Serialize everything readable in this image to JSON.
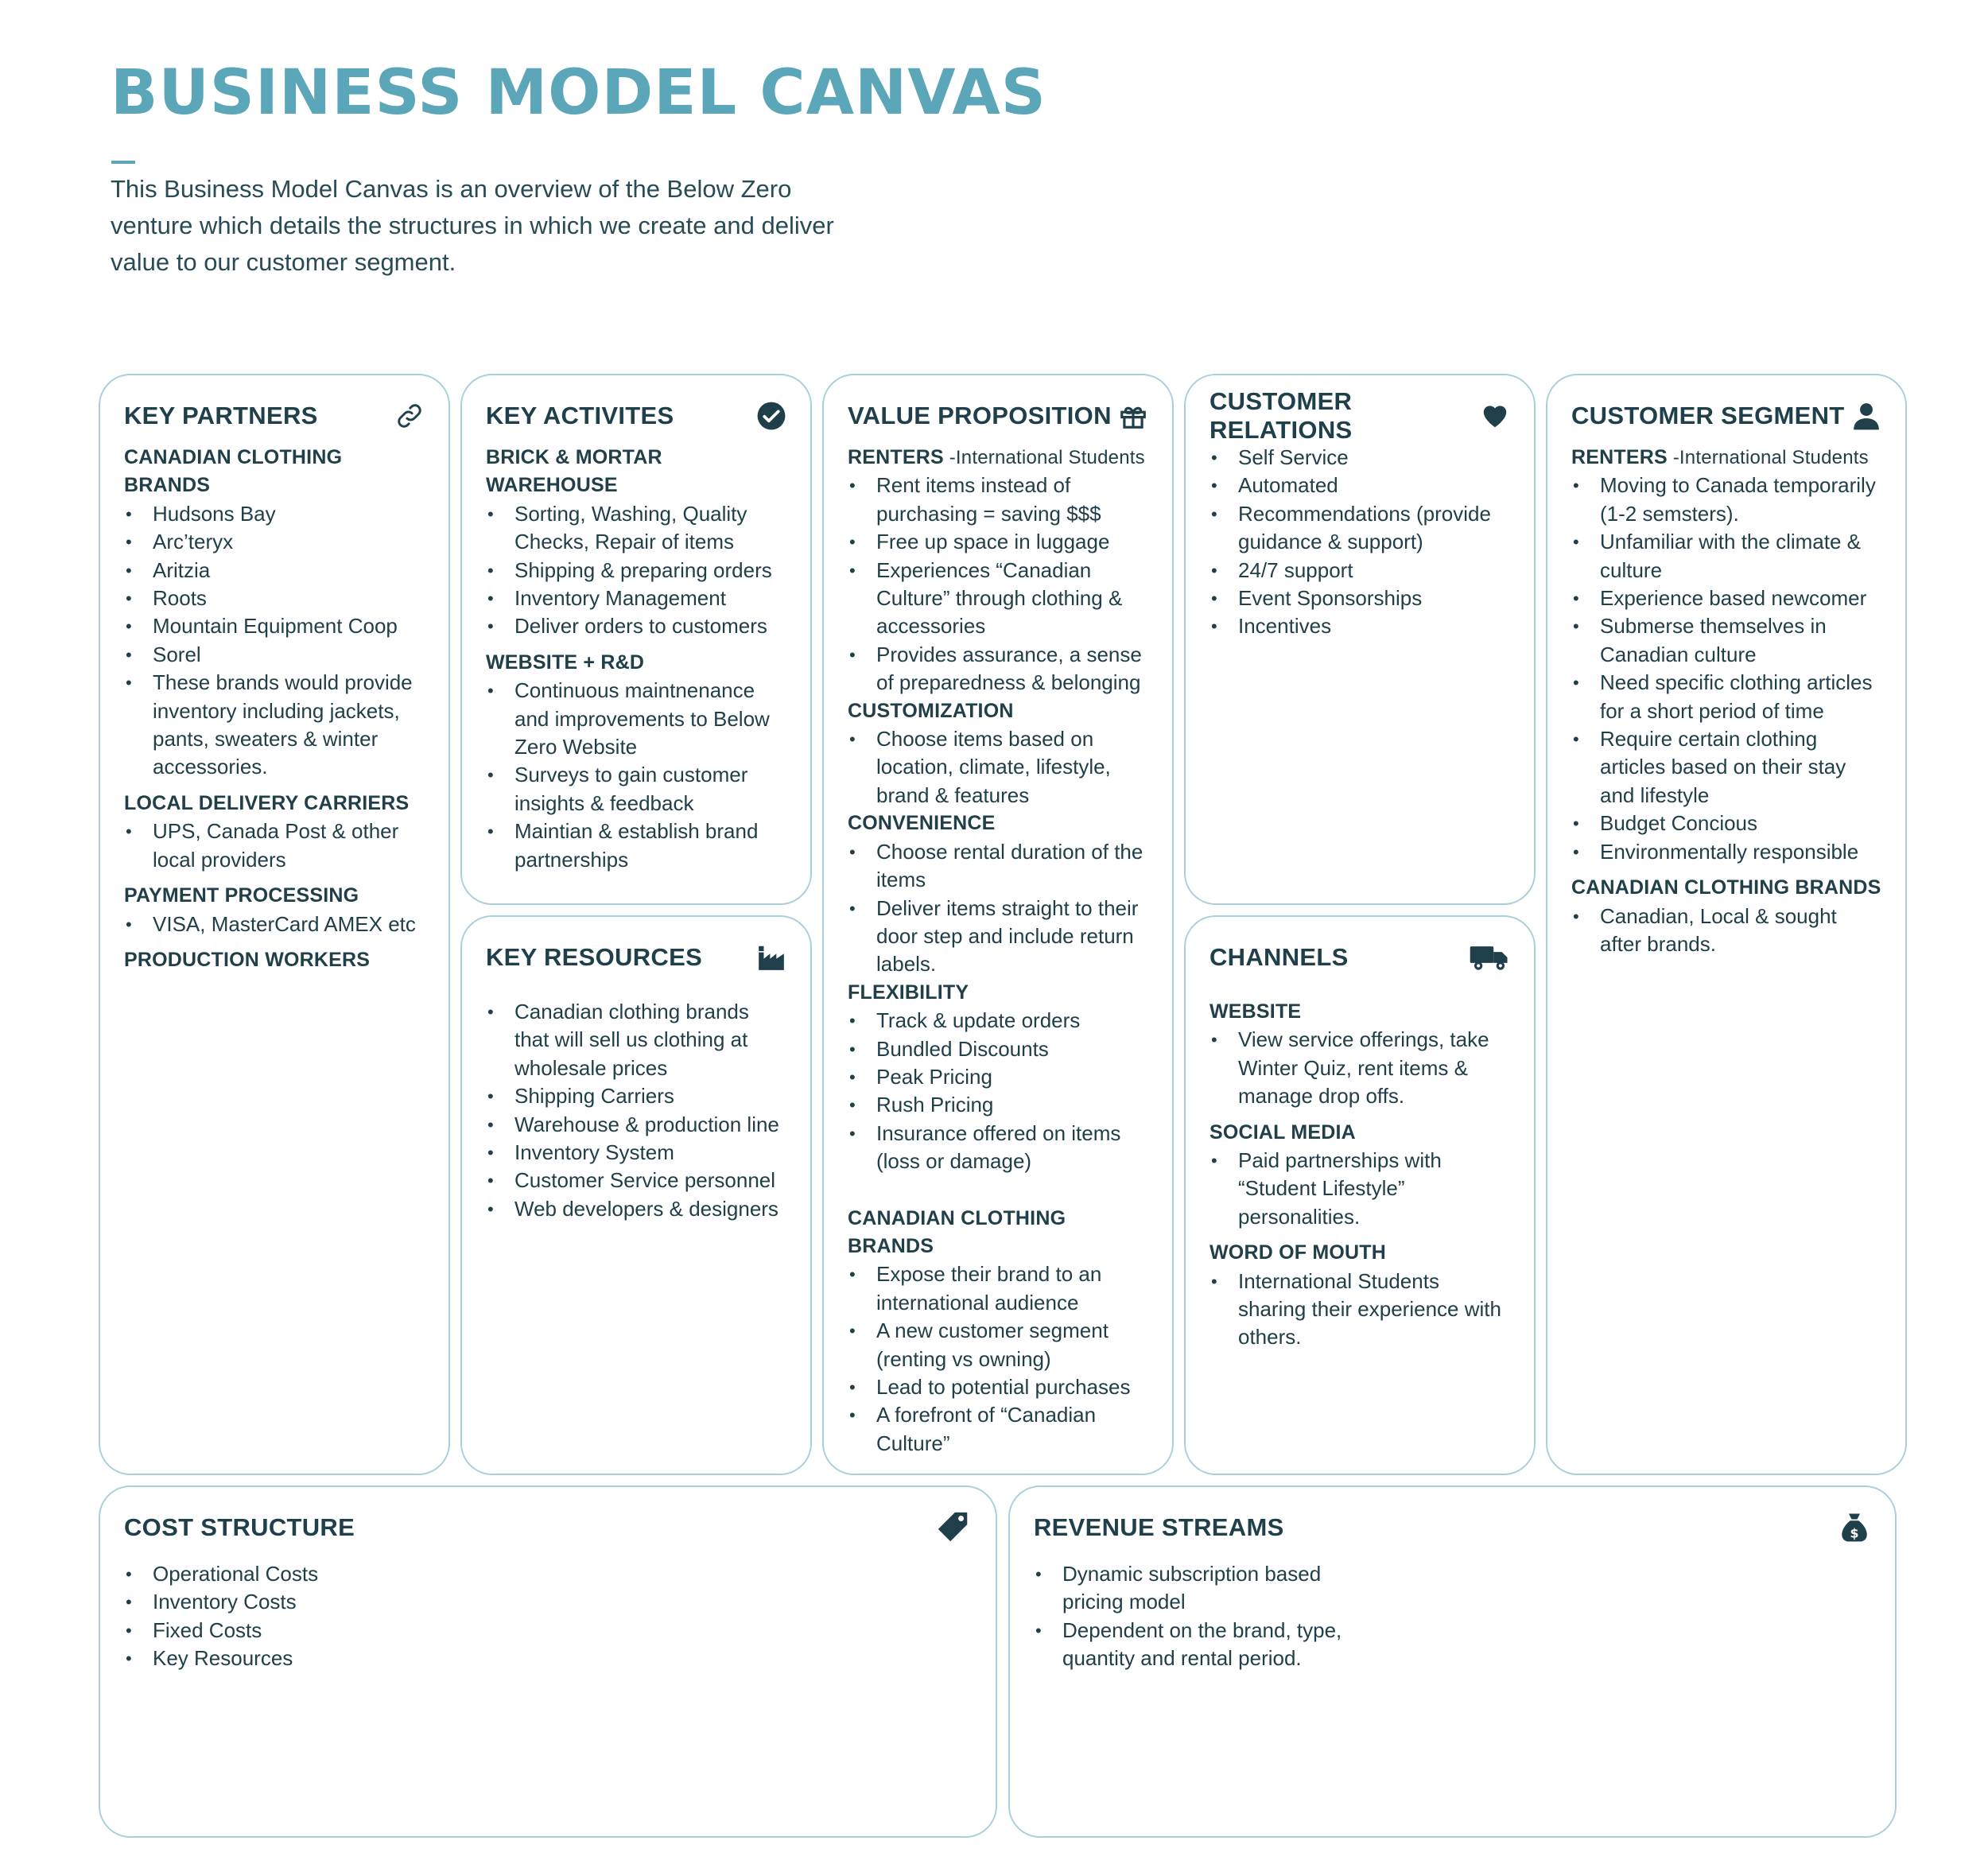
{
  "page": {
    "title": "BUSINESS MODEL CANVAS",
    "intro": "This Business Model Canvas is an overview of the Below Zero venture which details the structures in which we create and deliver value to our customer segment."
  },
  "colors": {
    "accent": "#5ba6b8",
    "border": "#a9d0da",
    "text": "#1f3f4a"
  },
  "key_partners": {
    "title": "KEY PARTNERS",
    "icon": "link-icon",
    "sections": [
      {
        "heading": "CANADIAN CLOTHING BRANDS",
        "items": [
          "Hudsons Bay",
          "Arc’teryx",
          "Aritzia",
          "Roots",
          "Mountain Equipment Coop",
          "Sorel",
          "These brands would provide inventory including jackets, pants, sweaters & winter accessories."
        ]
      },
      {
        "heading": "LOCAL DELIVERY CARRIERS",
        "items": [
          "UPS, Canada Post & other local providers"
        ]
      },
      {
        "heading": "PAYMENT PROCESSING",
        "items": [
          "VISA, MasterCard AMEX etc"
        ]
      },
      {
        "heading": "PRODUCTION WORKERS",
        "items": []
      }
    ]
  },
  "key_activities": {
    "title": "KEY ACTIVITES",
    "icon": "check-circle-icon",
    "sections": [
      {
        "heading": "BRICK & MORTAR WAREHOUSE",
        "items": [
          "Sorting, Washing, Quality Checks, Repair of items",
          "Shipping & preparing orders",
          "Inventory Management",
          "Deliver orders to customers"
        ]
      },
      {
        "heading": "WEBSITE + R&D",
        "items": [
          "Continuous maintnenance and improvements to Below Zero Website",
          "Surveys to gain customer insights & feedback",
          "Maintian & establish brand partnerships"
        ]
      }
    ]
  },
  "key_resources": {
    "title": "KEY RESOURCES",
    "icon": "factory-icon",
    "items": [
      "Canadian clothing brands that will sell us clothing at wholesale prices",
      "Shipping Carriers",
      "Warehouse & production line",
      "Inventory System",
      "Customer Service personnel",
      "Web developers & designers"
    ]
  },
  "value_proposition": {
    "title": "VALUE PROPOSITION",
    "icon": "gift-icon",
    "sections": [
      {
        "heading": "RENTERS",
        "sub": " -International Students",
        "items": [
          "Rent items instead of purchasing = saving $$$",
          "Free up space in luggage",
          "Experiences “Canadian Culture” through clothing & accessories",
          "Provides assurance, a sense of preparedness & belonging"
        ]
      },
      {
        "heading": "CUSTOMIZATION",
        "items": [
          "Choose items based on location, climate, lifestyle, brand & features"
        ]
      },
      {
        "heading": "CONVENIENCE",
        "items": [
          "Choose rental duration of the items",
          "Deliver items straight to their door step and include return labels."
        ]
      },
      {
        "heading": "FLEXIBILITY",
        "items": [
          "Track & update orders",
          "Bundled Discounts",
          "Peak Pricing",
          "Rush Pricing",
          "Insurance offered on items (loss or damage)"
        ]
      },
      {
        "heading": "CANADIAN CLOTHING BRANDS",
        "items": [
          "Expose their brand to an international audience",
          "A new customer segment (renting vs owning)",
          "Lead to potential purchases",
          "A forefront of “Canadian Culture”"
        ]
      }
    ]
  },
  "customer_relations": {
    "title": "CUSTOMER RELATIONS",
    "icon": "heart-icon",
    "items": [
      "Self Service",
      "Automated",
      "Recommendations (provide guidance & support)",
      "24/7 support",
      "Event Sponsorships",
      "Incentives"
    ]
  },
  "channels": {
    "title": "CHANNELS",
    "icon": "truck-icon",
    "sections": [
      {
        "heading": "WEBSITE",
        "items": [
          "View service offerings, take Winter Quiz, rent items & manage drop offs."
        ]
      },
      {
        "heading": "SOCIAL MEDIA",
        "items": [
          "Paid partnerships with “Student Lifestyle” personalities."
        ]
      },
      {
        "heading": "WORD OF MOUTH",
        "items": [
          "International Students sharing their experience with others."
        ]
      }
    ]
  },
  "customer_segment": {
    "title": "CUSTOMER SEGMENT",
    "icon": "user-icon",
    "sections": [
      {
        "heading": "RENTERS",
        "sub": " -International Students",
        "items": [
          "Moving to Canada temporarily (1-2 semsters).",
          "Unfamiliar with the climate & culture",
          "Experience based newcomer",
          "Submerse themselves in Canadian culture",
          "Need specific clothing articles for a short period of time",
          "Require certain clothing articles based on their stay and lifestyle",
          "Budget Concious",
          "Environmentally responsible"
        ]
      },
      {
        "heading": "CANADIAN CLOTHING BRANDS",
        "items": [
          "Canadian, Local & sought after brands."
        ]
      }
    ]
  },
  "cost_structure": {
    "title": "COST STRUCTURE",
    "icon": "price-tag-icon",
    "items": [
      "Operational Costs",
      "Inventory Costs",
      "Fixed Costs",
      "Key Resources"
    ]
  },
  "revenue_streams": {
    "title": "REVENUE STREAMS",
    "icon": "money-bag-icon",
    "items": [
      "Dynamic subscription based pricing model",
      "Dependent on the brand, type, quantity and rental period."
    ]
  }
}
